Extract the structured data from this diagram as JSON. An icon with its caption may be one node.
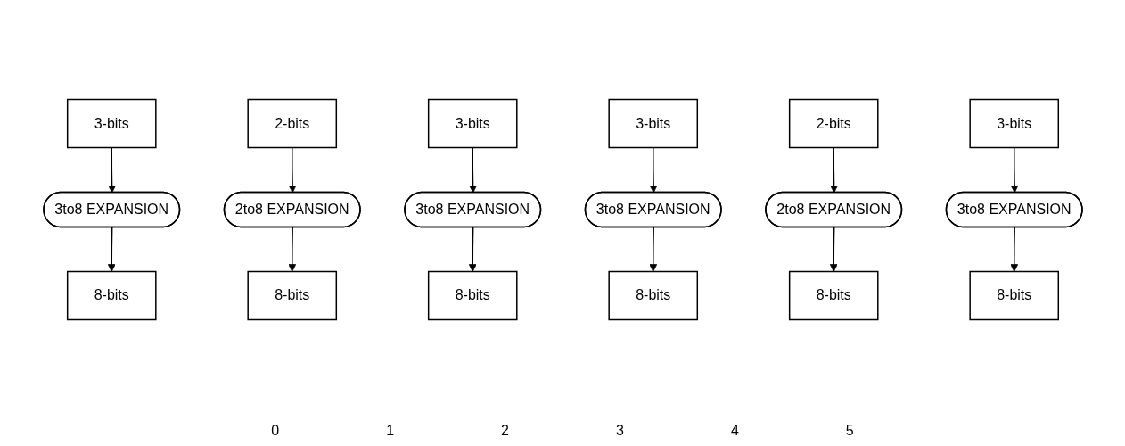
{
  "diagram": {
    "nodes": [
      {
        "text": [
          "3-bits"
        ]
      },
      {
        "text": [
          "2-bits"
        ]
      },
      {
        "text": [
          "3-bits"
        ]
      },
      {
        "text": [
          "3-bits"
        ]
      },
      {
        "text": [
          "2-bits"
        ]
      },
      {
        "text": [
          "3-bits"
        ]
      },
      {
        "text": [
          "2to8 EXPANSION"
        ]
      },
      {
        "text": [
          "2to8 EXPANSION"
        ]
      },
      {
        "text": [
          "3to8 EXPANSION"
        ]
      },
      {
        "text": [
          "3to8 EXPANSION"
        ]
      },
      {
        "text": [
          "3to8 EXPANSION"
        ]
      },
      {
        "text": [
          "3to8 EXPANSION"
        ]
      },
      {
        "text": [
          "8-bits"
        ]
      },
      {
        "text": [
          "8-bits"
        ]
      },
      {
        "text": [
          "8-bits"
        ]
      },
      {
        "text": [
          "8-bits"
        ]
      },
      {
        "text": [
          "8-bits"
        ]
      },
      {
        "text": [
          "8-bits"
        ]
      }
    ],
    "edges": [
      {
        "from": 0,
        "to": 8,
        "arrow": "to"
      },
      {
        "from": 1,
        "to": 6,
        "arrow": "to"
      },
      {
        "from": 2,
        "to": 9,
        "arrow": "to"
      },
      {
        "from": 3,
        "to": 10,
        "arrow": "to"
      },
      {
        "from": 4,
        "to": 7,
        "arrow": "to"
      },
      {
        "from": 5,
        "to": 11,
        "arrow": "to"
      },
      {
        "from": 8,
        "to": 14,
        "arrow": "to"
      },
      {
        "from": 9,
        "to": 12,
        "arrow": "to"
      },
      {
        "from": 6,
        "to": 13,
        "arrow": "to"
      },
      {
        "from": 10,
        "to": 17,
        "arrow": "to"
      },
      {
        "from": 11,
        "to": 15,
        "arrow": "to"
      },
      {
        "from": 7,
        "to": 16,
        "arrow": "to"
      }
    ],
    "labels": [
      "0",
      "1",
      "2",
      "3",
      "4",
      "5"
    ]
  }
}
